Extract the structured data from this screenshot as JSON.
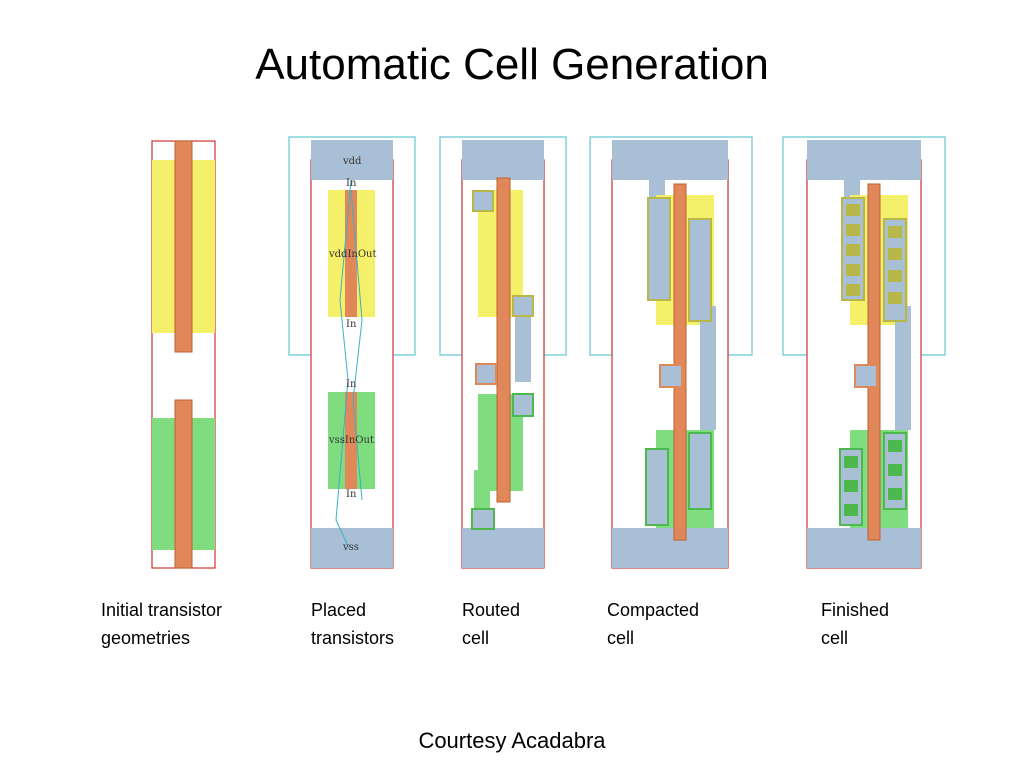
{
  "title": "Automatic Cell Generation",
  "panels": [
    {
      "caption": [
        "Initial transistor",
        "geometries"
      ]
    },
    {
      "caption": [
        "Placed",
        "transistors"
      ],
      "net_labels": [
        "vdd",
        "In",
        "vddInOut",
        "In",
        "In",
        "vssInOut",
        "In",
        "vss"
      ]
    },
    {
      "caption": [
        "Routed",
        "cell"
      ]
    },
    {
      "caption": [
        "Compacted",
        "cell"
      ]
    },
    {
      "caption": [
        "Finished",
        "cell"
      ]
    }
  ],
  "credit": "Courtesy Acadabra",
  "colors": {
    "pdiff": "#f5f06a",
    "ndiff": "#7fdc7f",
    "poly": "#e0885a",
    "metal": "#a9bfd6",
    "boundary": "#cc3333",
    "nwell": "#66c7d4",
    "contact_green": "#4db84d",
    "contact_yellow": "#b8b84a"
  }
}
